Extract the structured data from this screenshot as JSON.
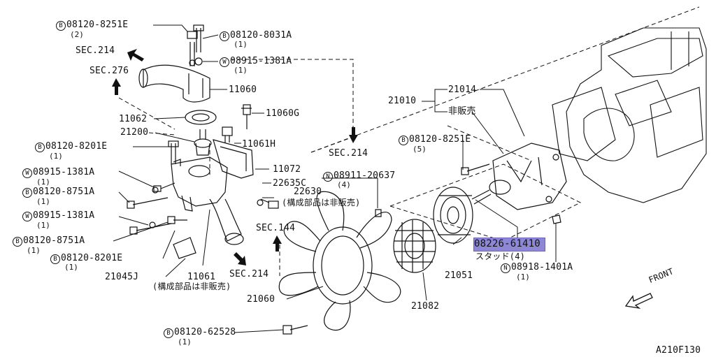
{
  "labels": {
    "b_8251e_top": {
      "prefix": "B",
      "code": "08120-8251E",
      "qty": "(2)"
    },
    "b_8031a": {
      "prefix": "B",
      "code": "08120-8031A",
      "qty": "(1)"
    },
    "w_1381a_top": {
      "prefix": "W",
      "code": "08915-1381A",
      "qty": "(1)"
    },
    "sec214_a": "SEC.214",
    "sec276": "SEC.276",
    "p11060": "11060",
    "p11062": "11062",
    "p11060g": "11060G",
    "p21200": "21200",
    "p11061h": "11061H",
    "b_8201e_a": {
      "prefix": "B",
      "code": "08120-8201E",
      "qty": "(1)"
    },
    "sec214_b": "SEC.214",
    "p11072": "11072",
    "w_1381a_b": {
      "prefix": "W",
      "code": "08915-1381A",
      "qty": "(1)"
    },
    "n_20637": {
      "prefix": "N",
      "code": "08911-20637",
      "qty": "(4)"
    },
    "p22635c": "22635C",
    "b_8751a_a": {
      "prefix": "B",
      "code": "08120-8751A",
      "qty": "(1)"
    },
    "p22630": "22630",
    "note_a": "(構成部品は非販売)",
    "w_1381a_c": {
      "prefix": "W",
      "code": "08915-1381A",
      "qty": "(1)"
    },
    "sec144": "SEC.144",
    "b_8751a_b": {
      "prefix": "B",
      "code": "08120-8751A",
      "qty": "(1)"
    },
    "b_8201e_b": {
      "prefix": "B",
      "code": "08120-8201E",
      "qty": "(1)"
    },
    "sec214_c": "SEC.214",
    "p21045j": "21045J",
    "p11061": "11061",
    "note_b": "(構成部品は非販売)",
    "p21060": "21060",
    "b_62528": {
      "prefix": "B",
      "code": "08120-62528",
      "qty": "(1)"
    },
    "p21010": "21010",
    "p21014": "21014",
    "hanbai": "非販売",
    "b_8251e_b": {
      "prefix": "B",
      "code": "08120-8251E",
      "qty": "(5)"
    },
    "p21051": "21051",
    "p21082": "21082",
    "stud_code_hl": "08226-614",
    "stud_code_rest": "10",
    "stud_name": "スタッド(4)",
    "n_1401a": {
      "prefix": "N",
      "code": "08918-1401A",
      "qty": "(1)"
    },
    "front": "FRONT",
    "figure_id": "A210F130"
  },
  "colors": {
    "line": "#111111",
    "highlight": "#8e87d6",
    "background": "#ffffff"
  }
}
